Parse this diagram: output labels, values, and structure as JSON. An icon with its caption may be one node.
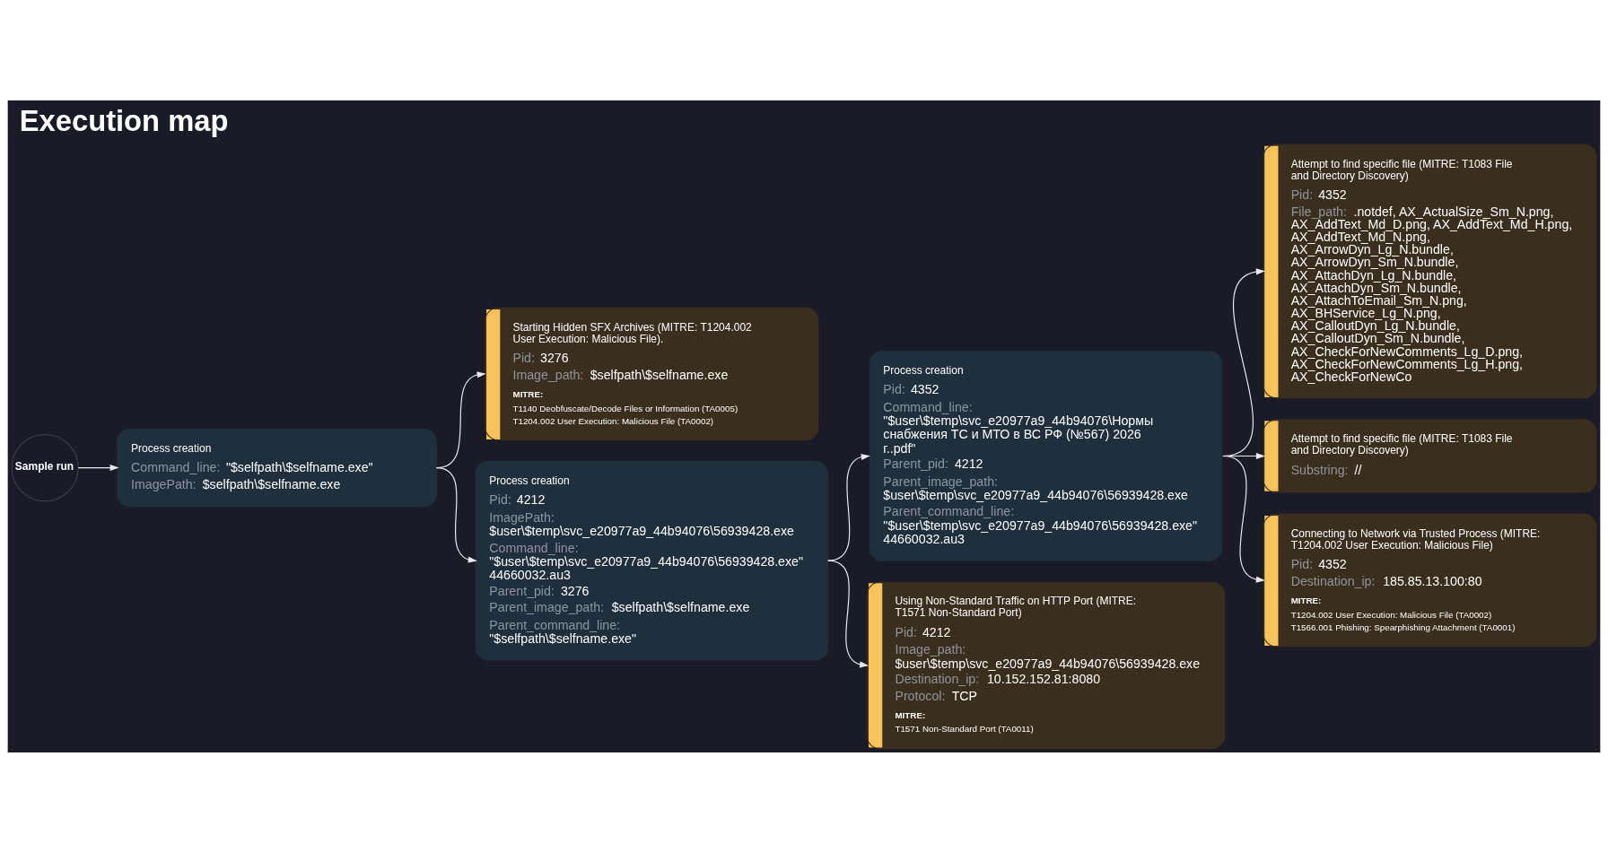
{
  "diagram": {
    "title": "Execution map",
    "nodes": [
      {
        "text": [
          "Sample run"
        ]
      },
      {
        "text": [
          "Process creation",
          "Command_line: \"$selfpath\\$selfname.exe\"",
          "ImagePath: $selfpath\\$selfname.exe"
        ]
      },
      {
        "text": [
          "Starting Hidden SFX Archives (MITRE: T1204.002 User Execution: Malicious File).",
          "Pid: 3276",
          "Image_path: $selfpath\\$selfname.exe",
          "MITRE:",
          "T1140 Deobfuscate/Decode Files or Information (TA0005)",
          "T1204.002 User Execution: Malicious File (TA0002)"
        ]
      },
      {
        "text": [
          "Process creation",
          "Pid: 4212",
          "ImagePath: $user\\$temp\\svc_e20977a9_44b94076\\56939428.exe",
          "Command_line: \"$user\\$temp\\svc_e20977a9_44b94076\\56939428.exe\" 44660032.au3",
          "Parent_pid: 3276",
          "Parent_image_path: $selfpath\\$selfname.exe",
          "Parent_command_line: \"$selfpath\\$selfname.exe\""
        ]
      },
      {
        "text": [
          "Process creation",
          "Pid: 4352",
          "Command_line: \"$user\\$temp\\svc_e20977a9_44b94076\\Нормы снабжения ТС и МТО в ВС РФ (№567) 2026 г..pdf\"",
          "Parent_pid: 4212",
          "Parent_image_path: $user\\$temp\\svc_e20977a9_44b94076\\56939428.exe",
          "Parent_command_line: \"$user\\$temp\\svc_e20977a9_44b94076\\56939428.exe\" 44660032.au3"
        ]
      },
      {
        "text": [
          "Using Non-Standard Traffic on HTTP Port (MITRE: T1571 Non-Standard Port)",
          "Pid: 4212",
          "Image_path: $user\\$temp\\svc_e20977a9_44b94076\\56939428.exe",
          "Destination_ip: 10.152.152.81:8080",
          "Protocol: TCP",
          "MITRE:",
          "T1571 Non-Standard Port (TA0011)"
        ]
      },
      {
        "text": [
          "Attempt to find specific file (MITRE: T1083 File and Directory Discovery)",
          "Pid: 4352",
          "File_path: .notdef, AX_ActualSize_Sm_N.png, AX_AddText_Md_D.png, AX_AddText_Md_H.png, AX_AddText_Md_N.png, AX_ArrowDyn_Lg_N.bundle, AX_ArrowDyn_Sm_N.bundle, AX_AttachDyn_Lg_N.bundle, AX_AttachDyn_Sm_N.bundle, AX_AttachToEmail_Sm_N.png, AX_BHService_Lg_N.png, AX_CalloutDyn_Lg_N.bundle, AX_CalloutDyn_Sm_N.bundle, AX_CheckForNewComments_Lg_D.png, AX_CheckForNewComments_Lg_H.png, AX_CheckForNewCo"
        ]
      },
      {
        "text": [
          "Attempt to find specific file (MITRE: T1083 File and Directory Discovery)",
          "Substring: //"
        ]
      },
      {
        "text": [
          "Connecting to Network via Trusted Process (MITRE: T1204.002 User Execution: Malicious File)",
          "Pid: 4352",
          "Destination_ip: 185.85.13.100:80",
          "MITRE:",
          "T1204.002 User Execution: Malicious File (TA0002)",
          "T1566.001 Phishing: Spearphishing Attachment (TA0001)"
        ]
      }
    ],
    "edges": [
      {
        "from": 0,
        "to": 1,
        "arrow": "to"
      },
      {
        "from": 1,
        "to": 2,
        "arrow": "to"
      },
      {
        "from": 1,
        "to": 3,
        "arrow": "to"
      },
      {
        "from": 3,
        "to": 4,
        "arrow": "to"
      },
      {
        "from": 3,
        "to": 5,
        "arrow": "to"
      },
      {
        "from": 4,
        "to": 6,
        "arrow": "to"
      },
      {
        "from": 4,
        "to": 7,
        "arrow": "to"
      },
      {
        "from": 4,
        "to": 8,
        "arrow": "to"
      }
    ]
  }
}
